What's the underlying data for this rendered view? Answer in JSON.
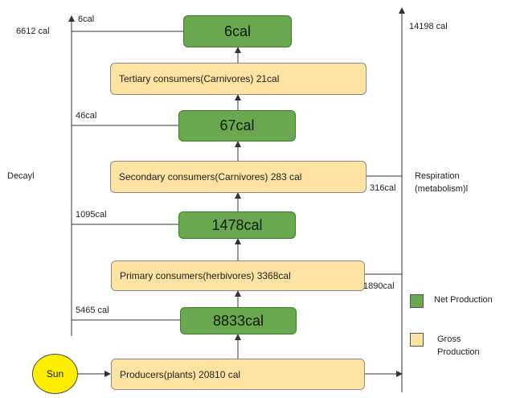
{
  "colors": {
    "net_production": "#6aa84f",
    "gross_production": "#ffe3a3",
    "sun": "#ffee00"
  },
  "sun": {
    "label": "Sun"
  },
  "levels": {
    "producers": {
      "gross": "Producers(plants) 20810 cal",
      "net": "8833cal",
      "decay": "5465 cal"
    },
    "primary": {
      "gross": "Primary consumers(herbivores) 3368cal",
      "net": "1478cal",
      "decay": "1095cal",
      "respiration": "1890cal"
    },
    "secondary": {
      "gross": "Secondary consumers(Carnivores)  283 cal",
      "net": "67cal",
      "decay": "46cal",
      "respiration": "316cal"
    },
    "tertiary": {
      "gross": "Tertiary consumers(Carnivores)  21cal",
      "net": "6cal",
      "decay": "6cal"
    }
  },
  "decay": {
    "label": "Decayl",
    "total": "6612 cal"
  },
  "respiration": {
    "label_line1": "Respiration",
    "label_line2": "(metabolism)l",
    "total": "14198 cal"
  },
  "legend": {
    "net_label": "Net Production",
    "gross_label_line1": "Gross",
    "gross_label_line2": "Production"
  }
}
